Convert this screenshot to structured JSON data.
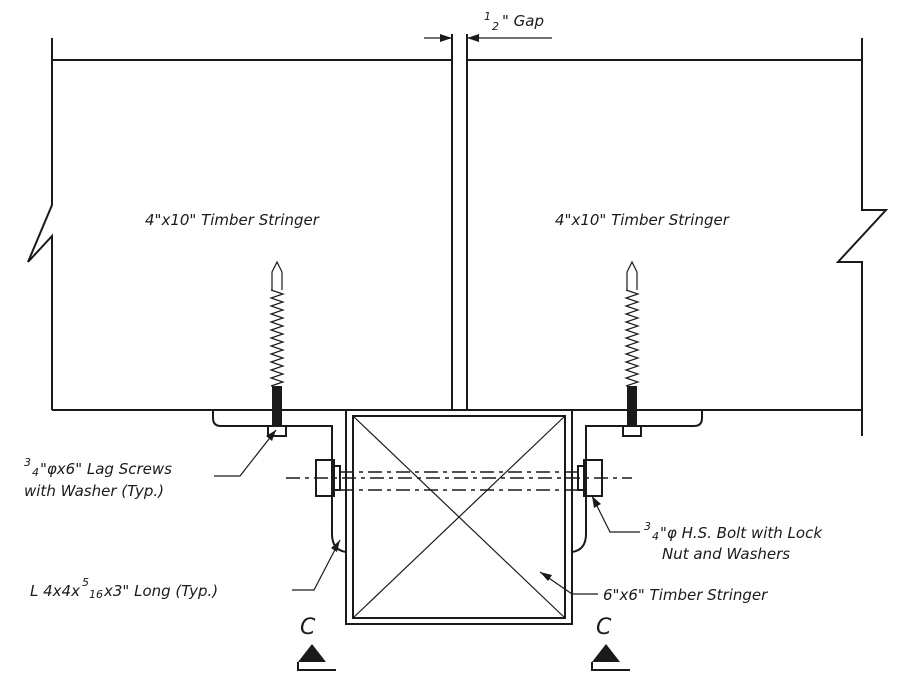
{
  "labels": {
    "gap": {
      "num": "1",
      "den": "2",
      "text": "\" Gap"
    },
    "stringer_left": "4\"x10\" Timber Stringer",
    "stringer_right": "4\"x10\" Timber Stringer",
    "lag_screws": {
      "num": "3",
      "den": "4",
      "line1": "\"φx6\" Lag Screws",
      "line2": "with Washer (Typ.)"
    },
    "hs_bolt": {
      "num": "3",
      "den": "4",
      "line1": "\"φ H.S. Bolt with Lock",
      "line2": "Nut and Washers"
    },
    "angle": {
      "prefix": "L 4x4x",
      "num": "5",
      "den": "16",
      "suffix": "x3\" Long (Typ.)"
    },
    "post": "6\"x6\" Timber Stringer",
    "section_left": "C",
    "section_right": "C"
  }
}
